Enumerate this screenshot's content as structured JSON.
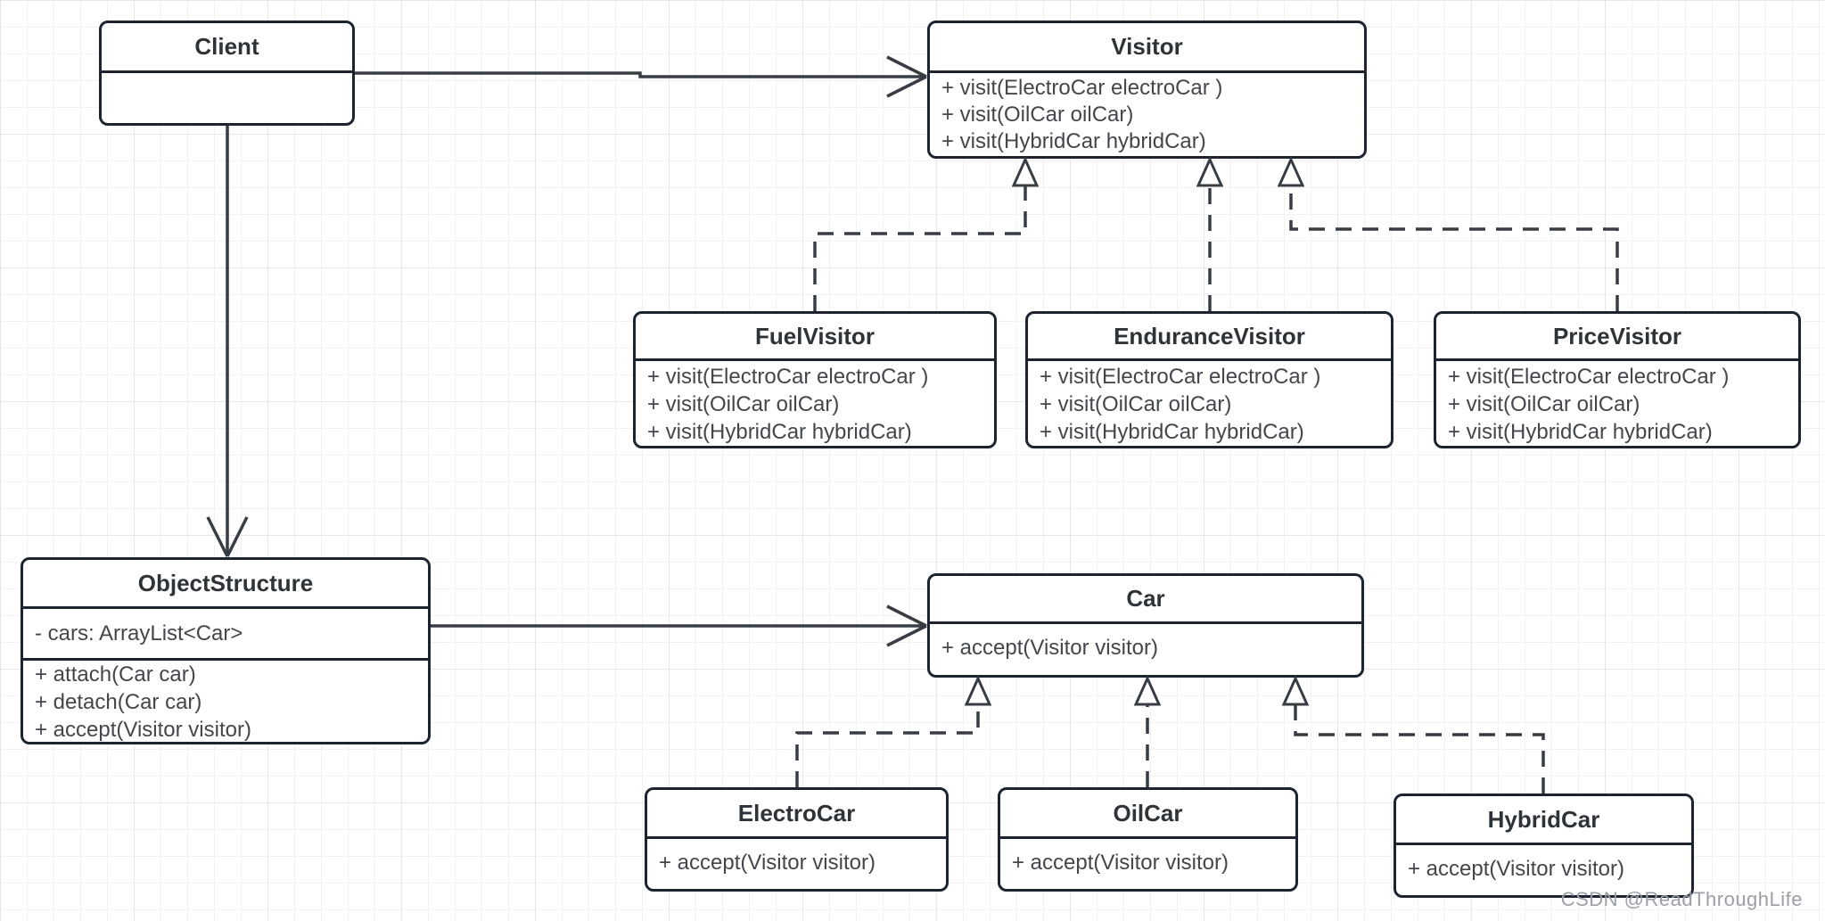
{
  "watermark": "CSDN @ReadThroughLife",
  "classes": {
    "client": {
      "title": "Client",
      "attributes": [],
      "methods": []
    },
    "visitor": {
      "title": "Visitor",
      "methods": [
        "+ visit(ElectroCar electroCar )",
        "+ visit(OilCar oilCar)",
        "+ visit(HybridCar hybridCar)"
      ]
    },
    "fuel_visitor": {
      "title": "FuelVisitor",
      "methods": [
        "+ visit(ElectroCar electroCar )",
        "+ visit(OilCar oilCar)",
        "+ visit(HybridCar hybridCar)"
      ]
    },
    "endurance_visitor": {
      "title": "EnduranceVisitor",
      "methods": [
        "+ visit(ElectroCar electroCar )",
        "+ visit(OilCar oilCar)",
        "+ visit(HybridCar hybridCar)"
      ]
    },
    "price_visitor": {
      "title": "PriceVisitor",
      "methods": [
        "+ visit(ElectroCar electroCar )",
        "+ visit(OilCar oilCar)",
        "+ visit(HybridCar hybridCar)"
      ]
    },
    "object_structure": {
      "title": "ObjectStructure",
      "attributes": [
        "- cars: ArrayList<Car>"
      ],
      "methods": [
        "+ attach(Car car)",
        "+ detach(Car car)",
        "+ accept(Visitor visitor)"
      ]
    },
    "car": {
      "title": "Car",
      "methods": [
        "+ accept(Visitor visitor)"
      ]
    },
    "electro_car": {
      "title": "ElectroCar",
      "methods": [
        "+ accept(Visitor visitor)"
      ]
    },
    "oil_car": {
      "title": "OilCar",
      "methods": [
        "+ accept(Visitor visitor)"
      ]
    },
    "hybrid_car": {
      "title": "HybridCar",
      "methods": [
        "+ accept(Visitor visitor)"
      ]
    }
  },
  "relationships": [
    {
      "from": "Client",
      "to": "Visitor",
      "type": "directed-association"
    },
    {
      "from": "Client",
      "to": "ObjectStructure",
      "type": "directed-association"
    },
    {
      "from": "ObjectStructure",
      "to": "Car",
      "type": "directed-association"
    },
    {
      "from": "FuelVisitor",
      "to": "Visitor",
      "type": "realization"
    },
    {
      "from": "EnduranceVisitor",
      "to": "Visitor",
      "type": "realization"
    },
    {
      "from": "PriceVisitor",
      "to": "Visitor",
      "type": "realization"
    },
    {
      "from": "ElectroCar",
      "to": "Car",
      "type": "realization"
    },
    {
      "from": "OilCar",
      "to": "Car",
      "type": "realization"
    },
    {
      "from": "HybridCar",
      "to": "Car",
      "type": "realization"
    }
  ],
  "colors": {
    "box_border": "#1d2430",
    "box_fill": "#ffffff",
    "title_text": "#2e3338",
    "member_text": "#43474c",
    "connector": "#383d43",
    "grid_minor": "#f1f2f3",
    "grid_major": "#e4e6e8",
    "watermark": "#9b9fa6"
  }
}
